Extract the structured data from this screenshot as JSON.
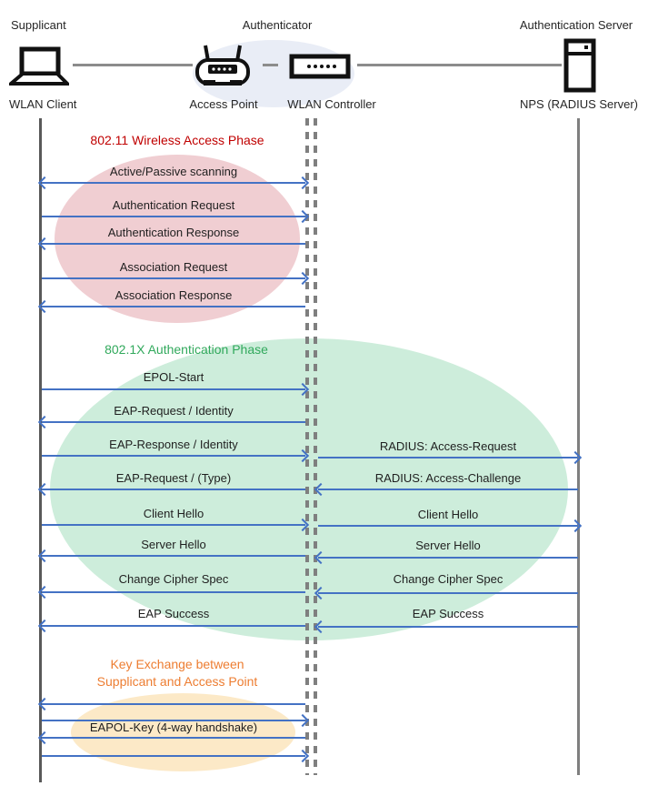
{
  "diagram_title": "WLAN 802.1X authentication sequence",
  "actors": {
    "supplicant": {
      "role": "Supplicant",
      "device": "WLAN Client",
      "icon": "laptop-icon"
    },
    "authenticator": {
      "role": "Authenticator",
      "devices": [
        {
          "label": "Access Point",
          "icon": "access-point-icon"
        },
        {
          "label": "WLAN Controller",
          "icon": "wlan-controller-icon"
        }
      ]
    },
    "auth_server": {
      "role": "Authentication Server",
      "device": "NPS (RADIUS Server)",
      "icon": "server-icon"
    }
  },
  "phases": [
    {
      "title": "802.11 Wireless Access Phase",
      "title_color": "#c00000",
      "ellipse_color": "#f0ced2"
    },
    {
      "title": "802.1X Authentication Phase",
      "title_color": "#31a95c",
      "ellipse_color": "#cdeddb"
    },
    {
      "title": "Key Exchange between Supplicant and Access Point",
      "title_lines": [
        "Key Exchange between",
        "Supplicant and Access Point"
      ],
      "title_color": "#ed7d31",
      "ellipse_color": "#fce9c7"
    }
  ],
  "messages_left": [
    {
      "label": "Active/Passive scanning",
      "direction": "both"
    },
    {
      "label": "Authentication Request",
      "direction": "right"
    },
    {
      "label": "Authentication Response",
      "direction": "left"
    },
    {
      "label": "Association Request",
      "direction": "right"
    },
    {
      "label": "Association Response",
      "direction": "left"
    },
    {
      "label": "EPOL-Start",
      "direction": "right"
    },
    {
      "label": "EAP-Request / Identity",
      "direction": "left"
    },
    {
      "label": "EAP-Response / Identity",
      "direction": "right"
    },
    {
      "label": "EAP-Request / (Type)",
      "direction": "left"
    },
    {
      "label": "Client Hello",
      "direction": "right"
    },
    {
      "label": "Server Hello",
      "direction": "left"
    },
    {
      "label": "Change Cipher Spec",
      "direction": "left"
    },
    {
      "label": "EAP Success",
      "direction": "left"
    },
    {
      "label": "",
      "direction": "left"
    },
    {
      "label": "",
      "direction": "right"
    },
    {
      "label": "EAPOL-Key (4-way handshake)",
      "direction": "left"
    },
    {
      "label": "",
      "direction": "right"
    }
  ],
  "messages_right": [
    {
      "label": "RADIUS: Access-Request",
      "direction": "right"
    },
    {
      "label": "RADIUS: Access-Challenge",
      "direction": "left"
    },
    {
      "label": "Client Hello",
      "direction": "right"
    },
    {
      "label": "Server Hello",
      "direction": "left"
    },
    {
      "label": "Change Cipher Spec",
      "direction": "left"
    },
    {
      "label": "EAP Success",
      "direction": "left"
    }
  ],
  "colors": {
    "arrow": "#4472c4",
    "lifeline_left": "#595959",
    "lifeline_right": "#7f7f7f",
    "lifeline_dashed": "#7f7f7f",
    "header_line": "#8c8c8c",
    "authenticator_ellipse": "#e9edf6"
  }
}
